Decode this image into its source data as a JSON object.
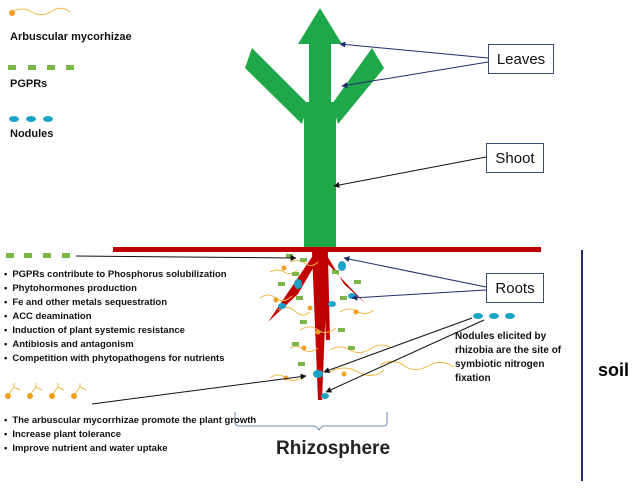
{
  "legend": {
    "mycorrhizae": "Arbuscular mycorhizae",
    "pgprs": "PGPRs",
    "nodules": "Nodules"
  },
  "labels": {
    "leaves": "Leaves",
    "shoot": "Shoot",
    "roots": "Roots",
    "soil": "soil",
    "rhizosphere": "Rhizosphere"
  },
  "pgpr_list": [
    "PGPRs contribute to Phosphorus solubilization",
    "Phytohormones production",
    "Fe and other metals sequestration",
    "ACC deamination",
    "Induction of plant systemic resistance",
    "Antibiosis and antagonism",
    "Competition with phytopathogens for nutrients"
  ],
  "amf_list": [
    "The arbuscular mycorrhizae promote the plant growth",
    "Increase plant tolerance",
    "Improve nutrient and water uptake"
  ],
  "nodules_note": [
    "Nodules elicited by",
    "rhizobia are the site of",
    "symbiotic  nitrogen",
    "fixation"
  ],
  "colors": {
    "plant": "#1fa84a",
    "root": "#c00000",
    "pgpr": "#7ab648",
    "nodule": "#1ba3c6",
    "hypha": "#f0b844",
    "spore": "#f0a020",
    "arrow": "#1f2d6b"
  }
}
